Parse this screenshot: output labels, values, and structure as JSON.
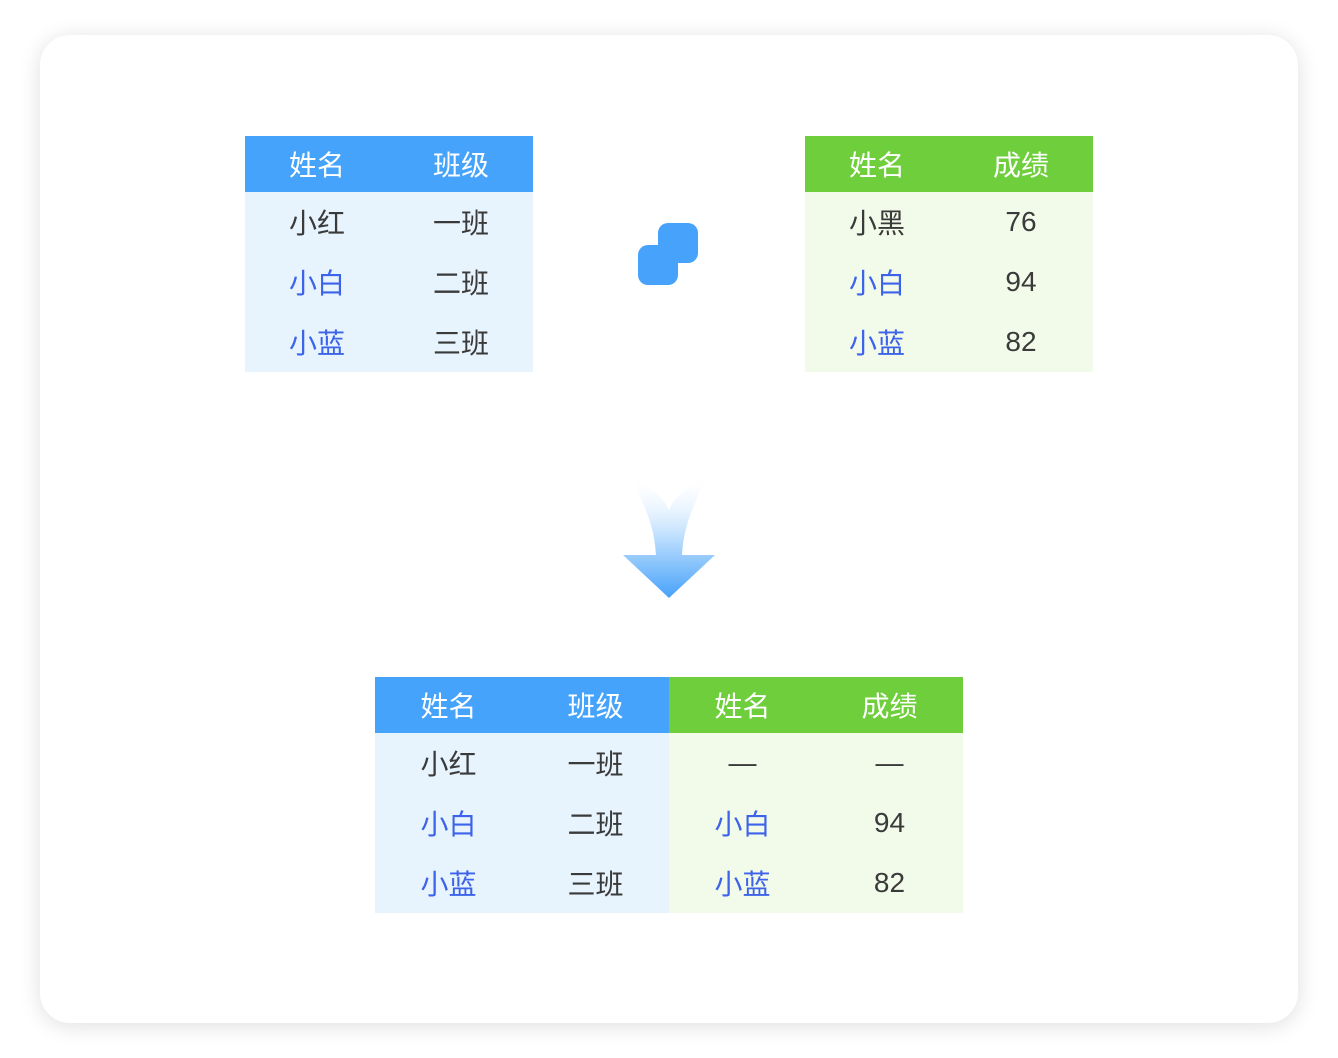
{
  "diagram_title": "table-merge-illustration",
  "colors": {
    "blue_header": "#45a3fb",
    "blue_body": "#e7f4fd",
    "green_header": "#6fce3b",
    "green_body": "#f2fbea",
    "highlight_name": "#3d63ea",
    "dark_text": "#3a3a3a",
    "header_text": "#ffffff",
    "merge_icon_blue": "#46a2fb",
    "arrow_blue": "#47a2fa"
  },
  "left_table": {
    "headers": [
      "姓名",
      "班级"
    ],
    "rows": [
      {
        "name": "小红",
        "value": "一班",
        "hl": false
      },
      {
        "name": "小白",
        "value": "二班",
        "hl": true
      },
      {
        "name": "小蓝",
        "value": "三班",
        "hl": true
      }
    ]
  },
  "right_table": {
    "headers": [
      "姓名",
      "成绩"
    ],
    "rows": [
      {
        "name": "小黑",
        "value": "76",
        "hl": false
      },
      {
        "name": "小白",
        "value": "94",
        "hl": true
      },
      {
        "name": "小蓝",
        "value": "82",
        "hl": true
      }
    ]
  },
  "merged_table": {
    "left": {
      "headers": [
        "姓名",
        "班级"
      ],
      "rows": [
        {
          "name": "小红",
          "value": "一班",
          "hl": false
        },
        {
          "name": "小白",
          "value": "二班",
          "hl": true
        },
        {
          "name": "小蓝",
          "value": "三班",
          "hl": true
        }
      ]
    },
    "right": {
      "headers": [
        "姓名",
        "成绩"
      ],
      "rows": [
        {
          "name": "—",
          "value": "—",
          "hl": false
        },
        {
          "name": "小白",
          "value": "94",
          "hl": true
        },
        {
          "name": "小蓝",
          "value": "82",
          "hl": true
        }
      ]
    }
  },
  "icons": {
    "merge": "merge-overlap-squares",
    "arrow": "gradient-down-arrow"
  }
}
